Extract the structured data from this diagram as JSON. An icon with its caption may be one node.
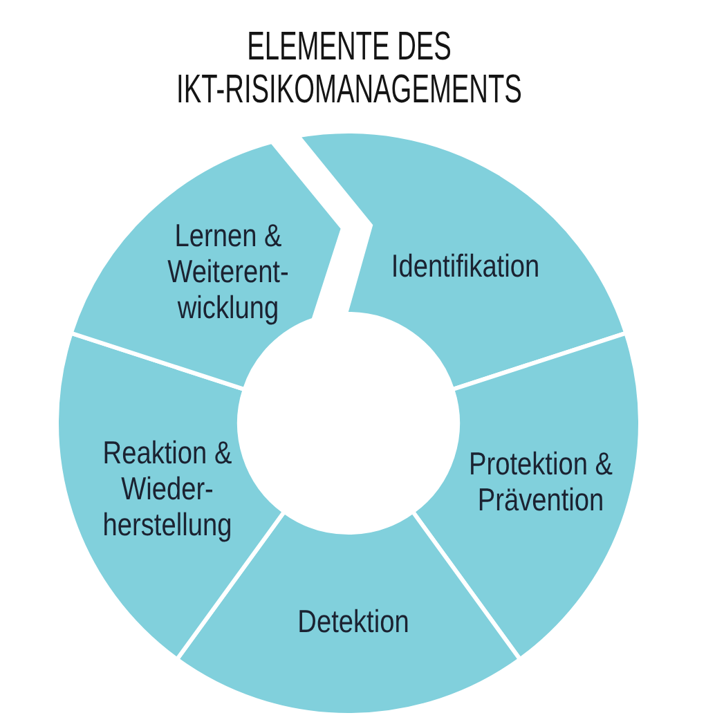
{
  "diagram": {
    "title": "ELEMENTE DES IKT-RISIKOMANAGEMENTS",
    "nodes": [
      {
        "text": [
          "Identifikation"
        ]
      },
      {
        "text": [
          "Protektion & Prävention"
        ]
      },
      {
        "text": [
          "Detektion"
        ]
      },
      {
        "text": [
          "Reaktion & Wieder- herstellung"
        ]
      },
      {
        "text": [
          "Lernen & Weiterent- wicklung"
        ]
      }
    ]
  }
}
